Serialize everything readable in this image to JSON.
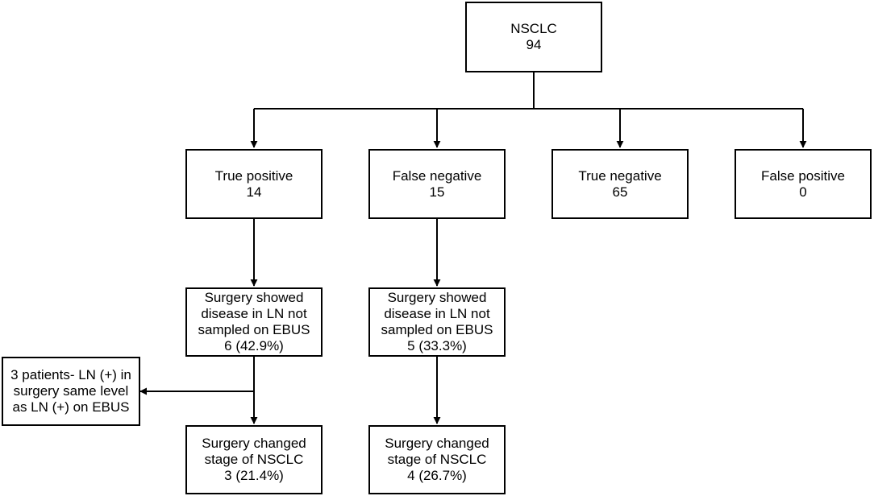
{
  "colors": {
    "stroke": "#000000",
    "box_fill": "#ffffff",
    "text": "#000000"
  },
  "root": {
    "lines": [
      "NSCLC",
      "94"
    ]
  },
  "outcomes": {
    "true_positive": {
      "lines": [
        "True positive",
        "14"
      ]
    },
    "false_negative": {
      "lines": [
        "False negative",
        "15"
      ]
    },
    "true_negative": {
      "lines": [
        "True negative",
        "65"
      ]
    },
    "false_positive": {
      "lines": [
        "False positive",
        "0"
      ]
    }
  },
  "surgery_showed": {
    "tp": {
      "lines": [
        "Surgery showed",
        "disease in LN not",
        "sampled on EBUS",
        "6 (42.9%)"
      ]
    },
    "fn": {
      "lines": [
        "Surgery showed",
        "disease in LN not",
        "sampled on EBUS",
        "5 (33.3%)"
      ]
    }
  },
  "side_note": {
    "lines": [
      "3 patients- LN (+) in",
      "surgery same level",
      "as LN (+) on EBUS"
    ]
  },
  "stage_changed": {
    "tp": {
      "lines": [
        "Surgery changed",
        "stage of NSCLC",
        "3 (21.4%)"
      ]
    },
    "fn": {
      "lines": [
        "Surgery changed",
        "stage of NSCLC",
        "4 (26.7%)"
      ]
    }
  }
}
